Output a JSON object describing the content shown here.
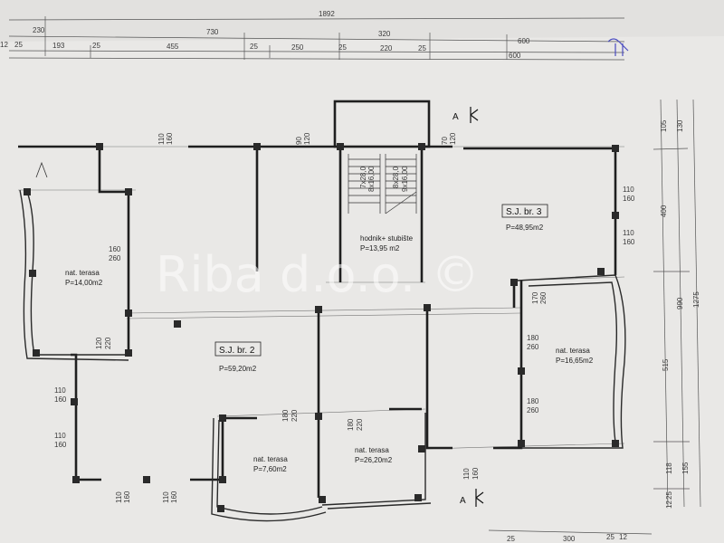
{
  "top_dimensions": {
    "overall": "1892",
    "row1": [
      "230",
      "730",
      "320",
      "600"
    ],
    "row2": [
      "12",
      "25",
      "193",
      "25",
      "455",
      "25",
      "250",
      "25",
      "220",
      "25",
      "600"
    ]
  },
  "right_dimensions": {
    "outer": [
      "105",
      "130",
      "400",
      "990",
      "515",
      "1275",
      "118",
      "155",
      "25",
      "12"
    ]
  },
  "bottom_dimensions": [
    "25",
    "300",
    "25",
    "12"
  ],
  "openings": [
    {
      "id": "o1",
      "w": "110",
      "h": "160"
    },
    {
      "id": "o2",
      "w": "90",
      "h": "120"
    },
    {
      "id": "o3",
      "w": "70",
      "h": "120"
    },
    {
      "id": "o4",
      "w": "110",
      "h": "160"
    },
    {
      "id": "o5",
      "w": "110",
      "h": "160"
    },
    {
      "id": "o6",
      "w": "160",
      "h": "260"
    },
    {
      "id": "o7",
      "w": "120",
      "h": "220"
    },
    {
      "id": "o8",
      "w": "110",
      "h": "160"
    },
    {
      "id": "o9",
      "w": "110",
      "h": "160"
    },
    {
      "id": "o10",
      "w": "110",
      "h": "160"
    },
    {
      "id": "o11",
      "w": "110",
      "h": "160"
    },
    {
      "id": "o12",
      "w": "180",
      "h": "220"
    },
    {
      "id": "o13",
      "w": "180",
      "h": "220"
    },
    {
      "id": "o14",
      "w": "110",
      "h": "160"
    },
    {
      "id": "o15",
      "w": "180",
      "h": "260"
    },
    {
      "id": "o16",
      "w": "180",
      "h": "260"
    },
    {
      "id": "o17",
      "w": "170",
      "h": "260"
    }
  ],
  "stairs": {
    "flight1": "7x28,0",
    "flight1b": "8x16,00",
    "flight2": "8x28,0",
    "flight2b": "9x16,00"
  },
  "section_marks": [
    "A",
    "A"
  ],
  "rooms": {
    "hallway": {
      "name": "hodnik+ stubište",
      "area": "P=13,95 m2"
    },
    "unit3": {
      "label": "S.J. br. 3",
      "area": "P=48,95m2"
    },
    "unit2": {
      "label": "S.J. br. 2",
      "area": "P=59,20m2"
    },
    "terrace_left": {
      "name": "nat. terasa",
      "area": "P=14,00m2"
    },
    "terrace_right": {
      "name": "nat. terasa",
      "area": "P=16,65m2"
    },
    "terrace_bottom1": {
      "name": "nat. terasa",
      "area": "P=7,60m2"
    },
    "terrace_bottom2": {
      "name": "nat. terasa",
      "area": "P=26,20m2"
    }
  },
  "watermark": "Riba d.o.o. ©"
}
